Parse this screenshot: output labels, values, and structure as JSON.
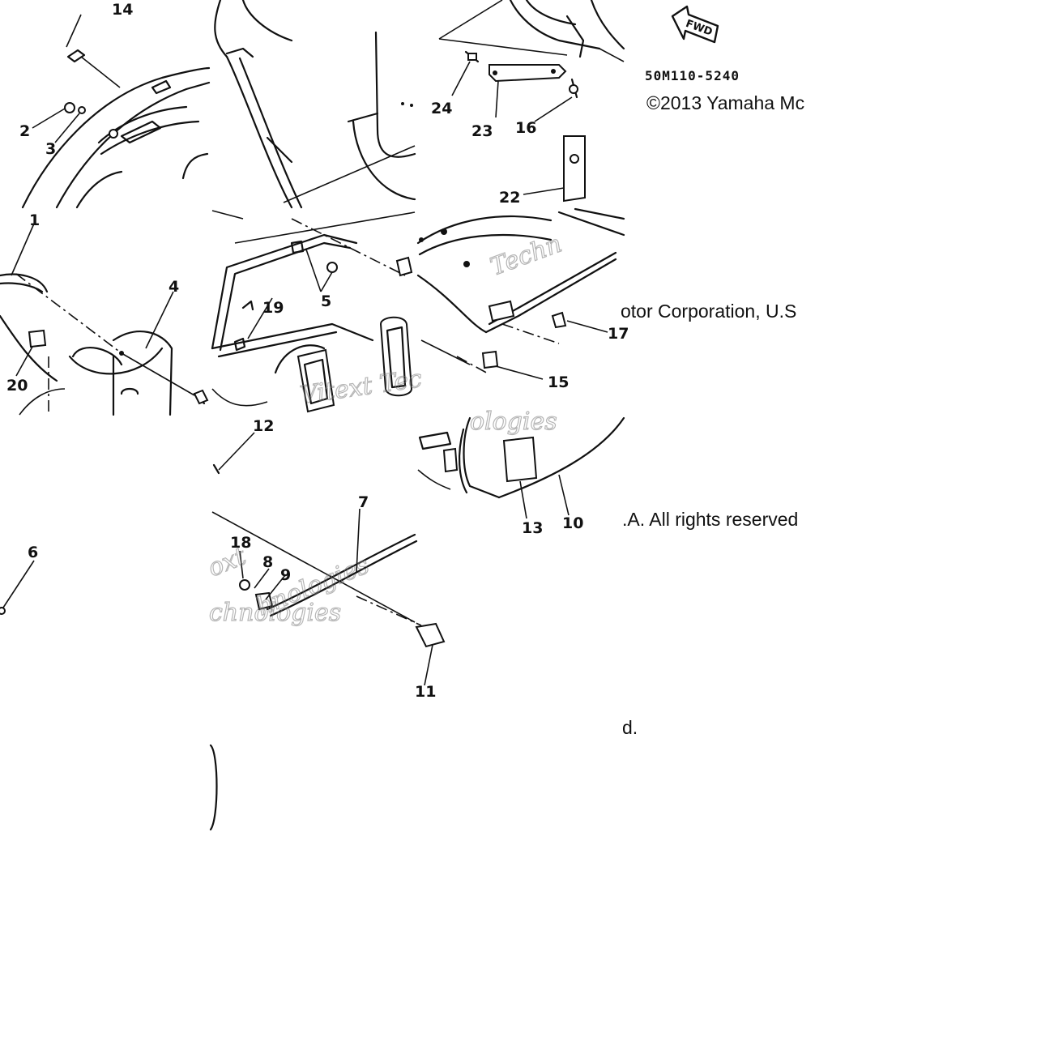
{
  "diagram": {
    "code": "50M110-5240",
    "direction_badge": {
      "icon": "fwd-arrow-icon",
      "label": "FWD"
    },
    "copyright_fragments": [
      "©2013 Yamaha Mc",
      "otor Corporation, U.S",
      ".A. All rights reserved",
      "d."
    ],
    "watermark_fragments": [
      "Techn",
      "Vitext Tec",
      "ologies",
      "oxt",
      "hnologies",
      "chnologies"
    ],
    "callouts": [
      "14",
      "2",
      "3",
      "1",
      "4",
      "20",
      "19",
      "5",
      "24",
      "23",
      "16",
      "22",
      "17",
      "15",
      "12",
      "6",
      "7",
      "18",
      "8",
      "9",
      "13",
      "10",
      "11"
    ]
  }
}
